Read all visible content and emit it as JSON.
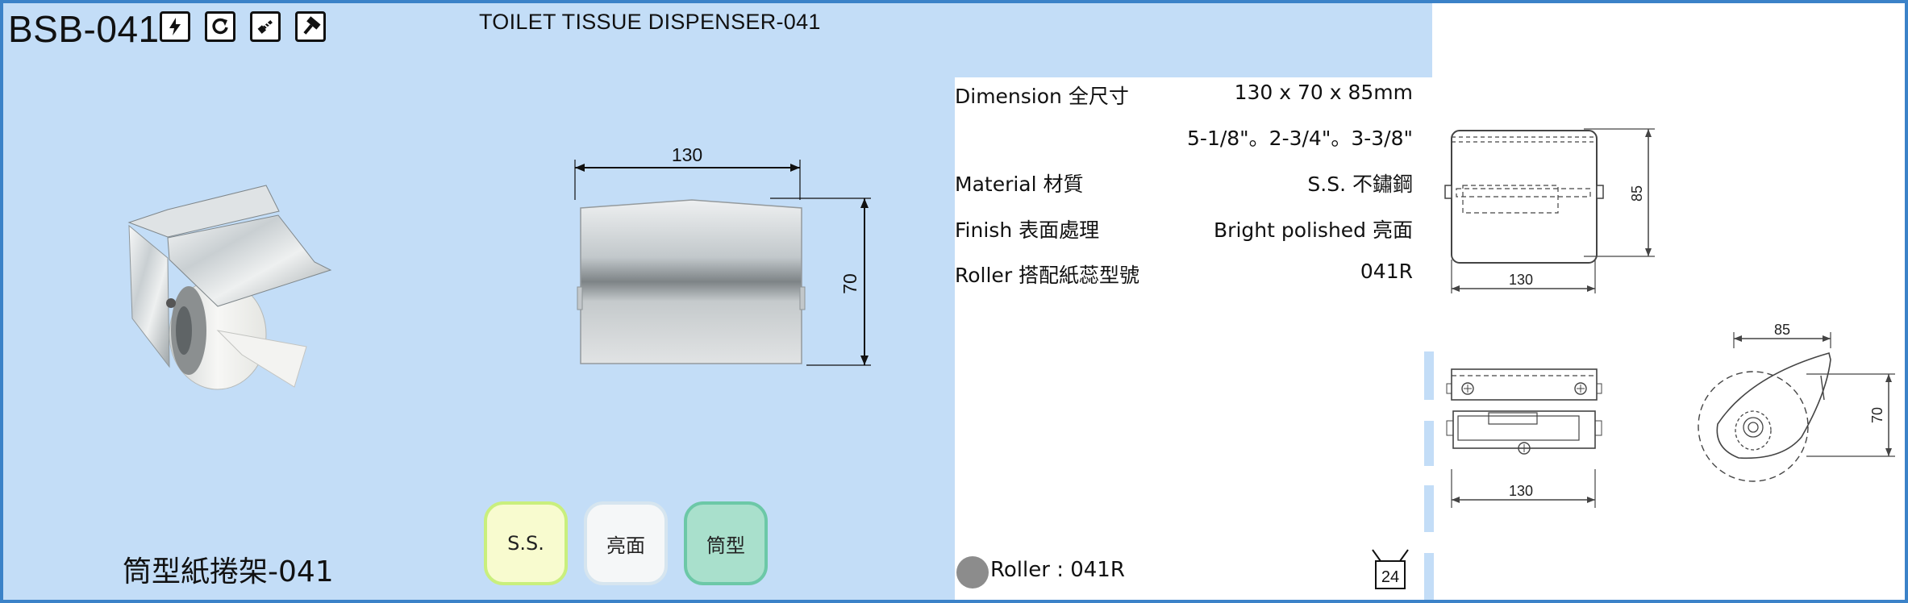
{
  "header": {
    "model_code": "BSB-041",
    "product_title": "TOILET TISSUE DISPENSER-041",
    "feature_icons": [
      "lightning-icon",
      "rotate-icon",
      "screw-icon",
      "hammer-icon"
    ]
  },
  "product": {
    "name_cn": "筒型紙捲架-041"
  },
  "front_drawing": {
    "width_label": "130",
    "height_label": "70"
  },
  "badges": [
    {
      "label": "S.S."
    },
    {
      "label": "亮面"
    },
    {
      "label": "筒型"
    }
  ],
  "specs": {
    "dimension_label": "Dimension 全尺寸",
    "dimension_value": "130 x 70 x 85mm",
    "dimension_inch": "5-1/8\"。2-3/4\"。3-3/8\"",
    "material_label": "Material 材質",
    "material_value": "S.S. 不鏽鋼",
    "finish_label": "Finish 表面處理",
    "finish_value": "Bright polished 亮面",
    "roller_label": "Roller 搭配紙蕊型號",
    "roller_value": "041R"
  },
  "drawings": {
    "top_width": "130",
    "top_depth": "85",
    "bottom_width": "130",
    "side_depth": "85",
    "side_height": "70"
  },
  "footer": {
    "roller_text": "Roller : 041R",
    "pack_qty": "24"
  },
  "colors": {
    "border": "#3b82c8",
    "panel": "#c3ddf7",
    "badge_ss": "#f8fbcf",
    "badge_roll": "#a9e0cc"
  }
}
